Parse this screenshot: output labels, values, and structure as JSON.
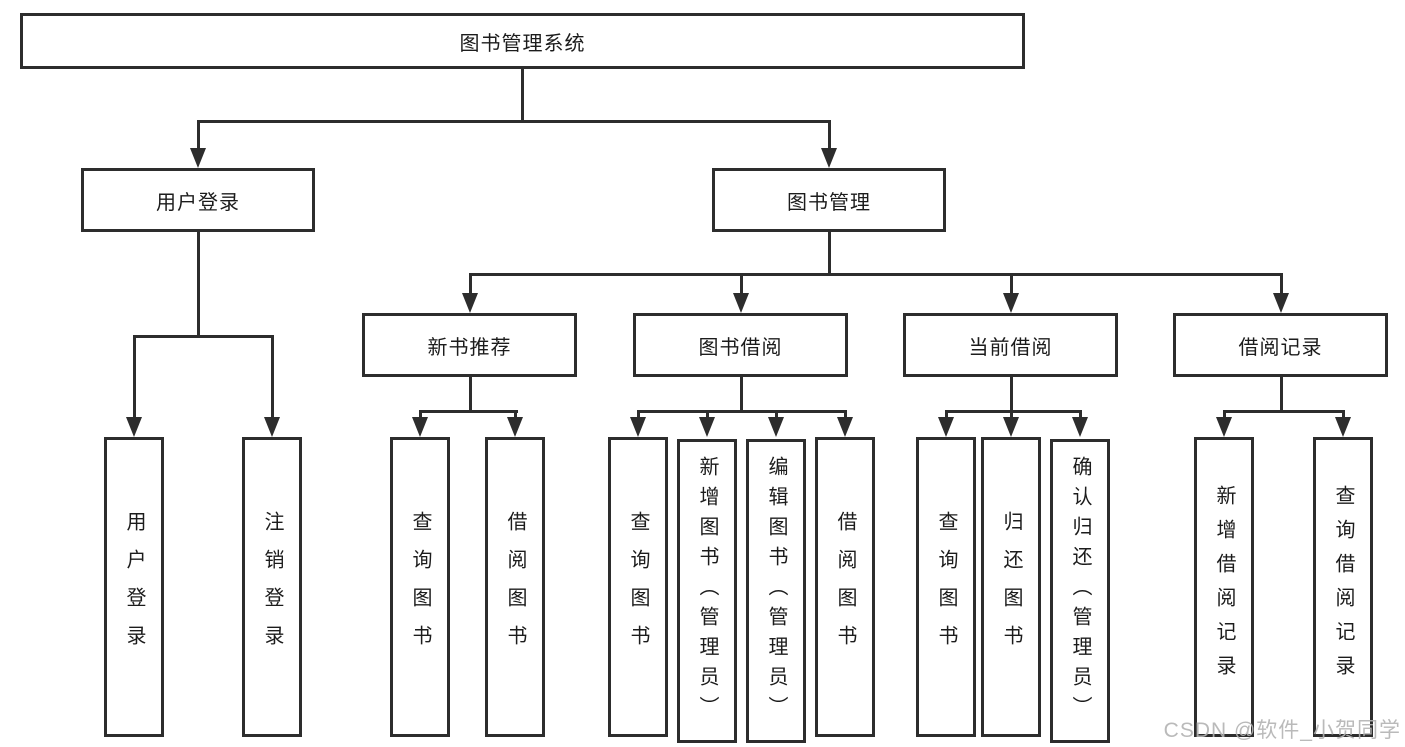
{
  "nodes": {
    "root": "图书管理系统",
    "user_login_group": "用户登录",
    "book_mgmt_group": "图书管理",
    "new_book_rec": "新书推荐",
    "book_borrow": "图书借阅",
    "current_borrow": "当前借阅",
    "borrow_record": "借阅记录",
    "leaf_user_login": "用户登录",
    "leaf_logout": "注销登录",
    "leaf_rec_query": "查询图书",
    "leaf_rec_borrow": "借阅图书",
    "leaf_bb_query": "查询图书",
    "leaf_bb_add": "新增图书（管理员）",
    "leaf_bb_edit": "编辑图书（管理员）",
    "leaf_bb_borrow": "借阅图书",
    "leaf_cb_query": "查询图书",
    "leaf_cb_return": "归还图书",
    "leaf_cb_confirm": "确认归还（管理员）",
    "leaf_br_add": "新增借阅记录",
    "leaf_br_query": "查询借阅记录"
  },
  "watermark": {
    "text": "CSDN @软件_小贺同学"
  },
  "colors": {
    "line": "#2d2d2d",
    "background": "#ffffff",
    "watermark": "#b2b2b2"
  }
}
